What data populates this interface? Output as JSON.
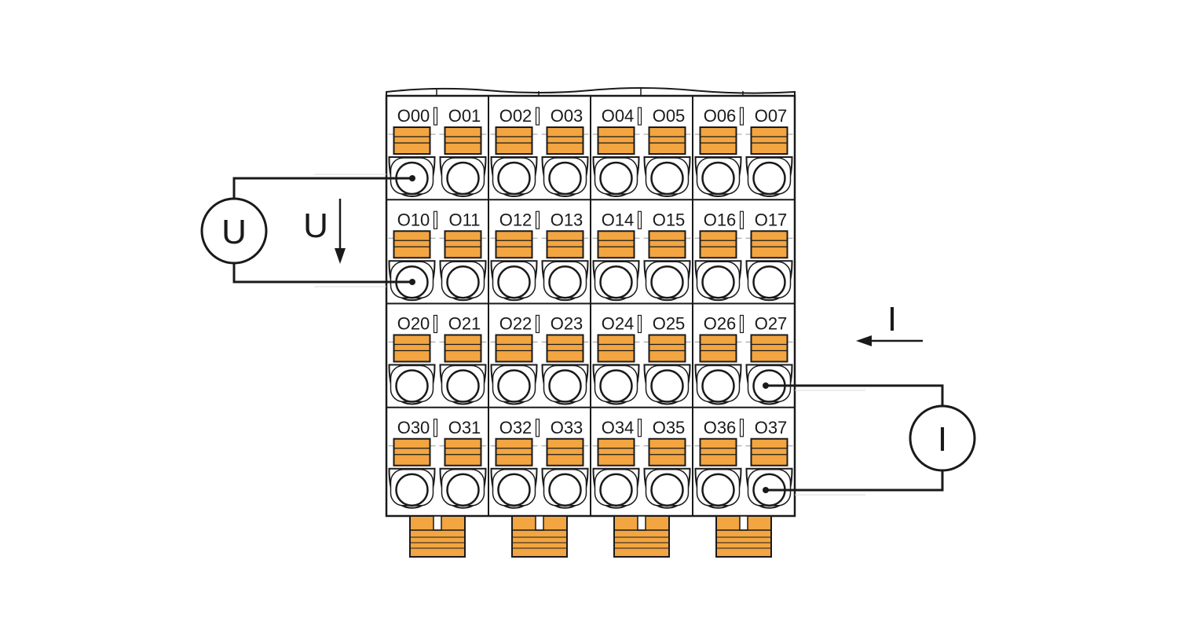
{
  "colors": {
    "accent": "#f2a541",
    "outline": "#1a1a1a",
    "wire": "#1a1a1a",
    "background": "#ffffff"
  },
  "terminals": [
    [
      "O00",
      "O01",
      "O02",
      "O03",
      "O04",
      "O05",
      "O06",
      "O07"
    ],
    [
      "O10",
      "O11",
      "O12",
      "O13",
      "O14",
      "O15",
      "O16",
      "O17"
    ],
    [
      "O20",
      "O21",
      "O22",
      "O23",
      "O24",
      "O25",
      "O26",
      "O27"
    ],
    [
      "O30",
      "O31",
      "O32",
      "O33",
      "O34",
      "O35",
      "O36",
      "O37"
    ]
  ],
  "voltage": {
    "meter_label": "U",
    "arrow_label": "U",
    "connected_terminals": [
      "O00",
      "O10"
    ]
  },
  "current": {
    "meter_label": "I",
    "arrow_label": "I",
    "connected_terminals": [
      "O27",
      "O37"
    ]
  }
}
